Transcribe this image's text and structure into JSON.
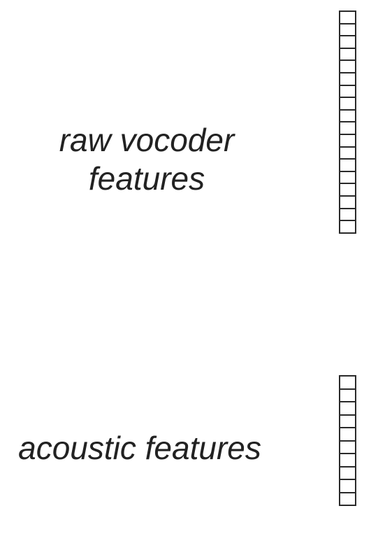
{
  "raw_vocoder": {
    "label_line1": "raw vocoder",
    "label_line2": "features",
    "cell_count": 18
  },
  "acoustic": {
    "label": "acoustic features",
    "cell_count": 10
  }
}
